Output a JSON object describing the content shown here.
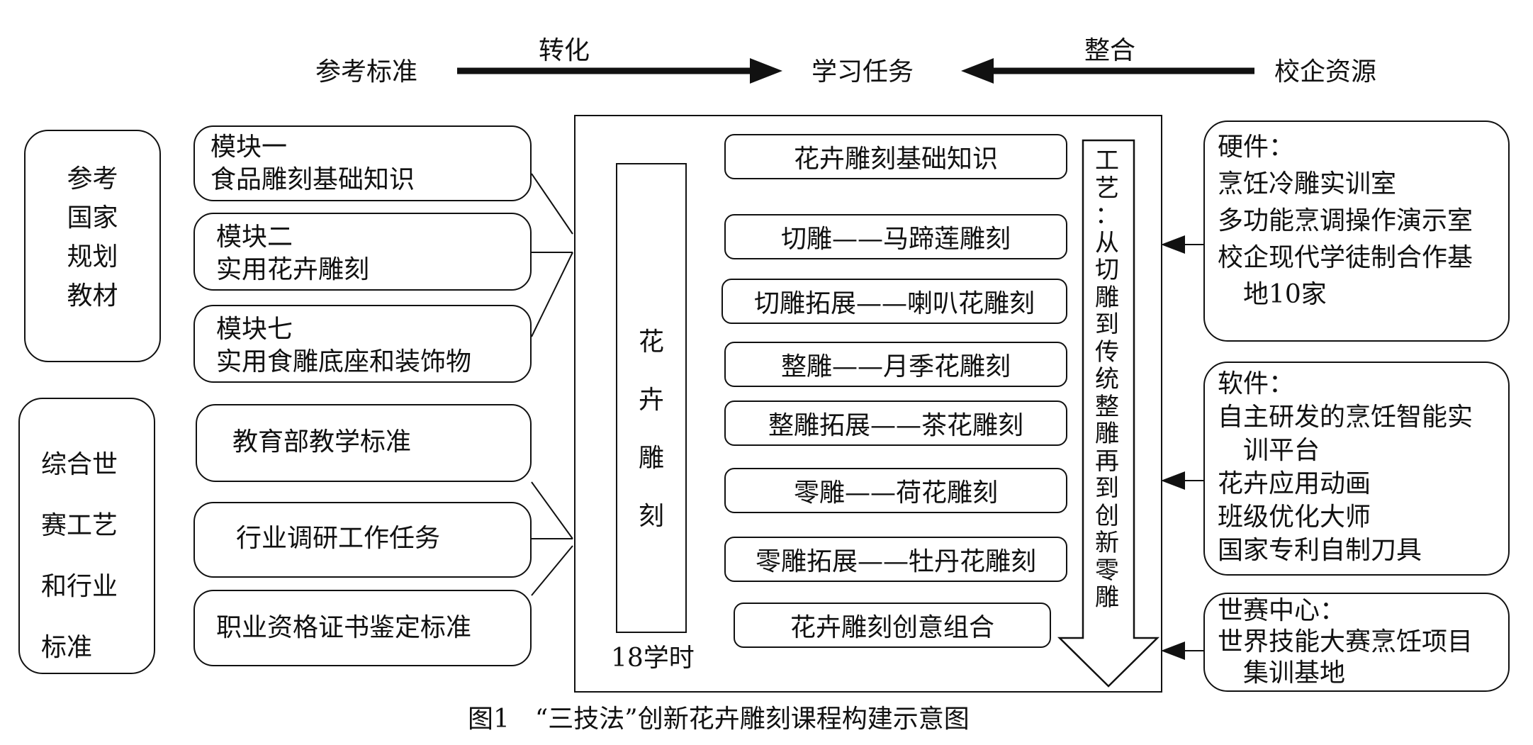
{
  "top": {
    "reference": "参考标准",
    "transform": "转化",
    "learning_task": "学习任务",
    "integrate": "整合",
    "resources": "校企资源"
  },
  "left_top_group": {
    "lines": [
      "参考",
      "国家",
      "规划",
      "教材"
    ]
  },
  "left_bottom_group": {
    "lines": [
      "综合世",
      "赛工艺",
      "和行业",
      "标准"
    ]
  },
  "modules": [
    {
      "title": "模块一",
      "subtitle": "食品雕刻基础知识"
    },
    {
      "title": "模块二",
      "subtitle": "实用花卉雕刻"
    },
    {
      "title": "模块七",
      "subtitle": "实用食雕底座和装饰物"
    }
  ],
  "standards": [
    "教育部教学标准",
    "行业调研工作任务",
    "职业资格证书鉴定标准"
  ],
  "center": {
    "vertical_title": [
      "花",
      "卉",
      "雕",
      "刻"
    ],
    "hours": "18学时",
    "items": [
      "花卉雕刻基础知识",
      "切雕——马蹄莲雕刻",
      "切雕拓展——喇叭花雕刻",
      "整雕——月季花雕刻",
      "整雕拓展——茶花雕刻",
      "零雕——荷花雕刻",
      "零雕拓展——牡丹花雕刻",
      "花卉雕刻创意组合"
    ],
    "process_arrow": [
      "工",
      "艺",
      "：",
      "从",
      "切",
      "雕",
      "到",
      "传",
      "统",
      "整",
      "雕",
      "再",
      "到",
      "创",
      "新",
      "零",
      "雕"
    ]
  },
  "right": {
    "hardware": {
      "title": "硬件：",
      "lines": [
        "烹饪冷雕实训室",
        "多功能烹调操作演示室",
        "校企现代学徒制合作基",
        "地10家"
      ]
    },
    "software": {
      "title": "软件：",
      "lines": [
        "自主研发的烹饪智能实",
        "训平台",
        "花卉应用动画",
        "班级优化大师",
        "国家专利自制刀具"
      ]
    },
    "center_world": {
      "title": "世赛中心：",
      "lines": [
        "世界技能大赛烹饪项目",
        "集训基地"
      ]
    }
  },
  "caption": "图1　“三技法”创新花卉雕刻课程构建示意图"
}
